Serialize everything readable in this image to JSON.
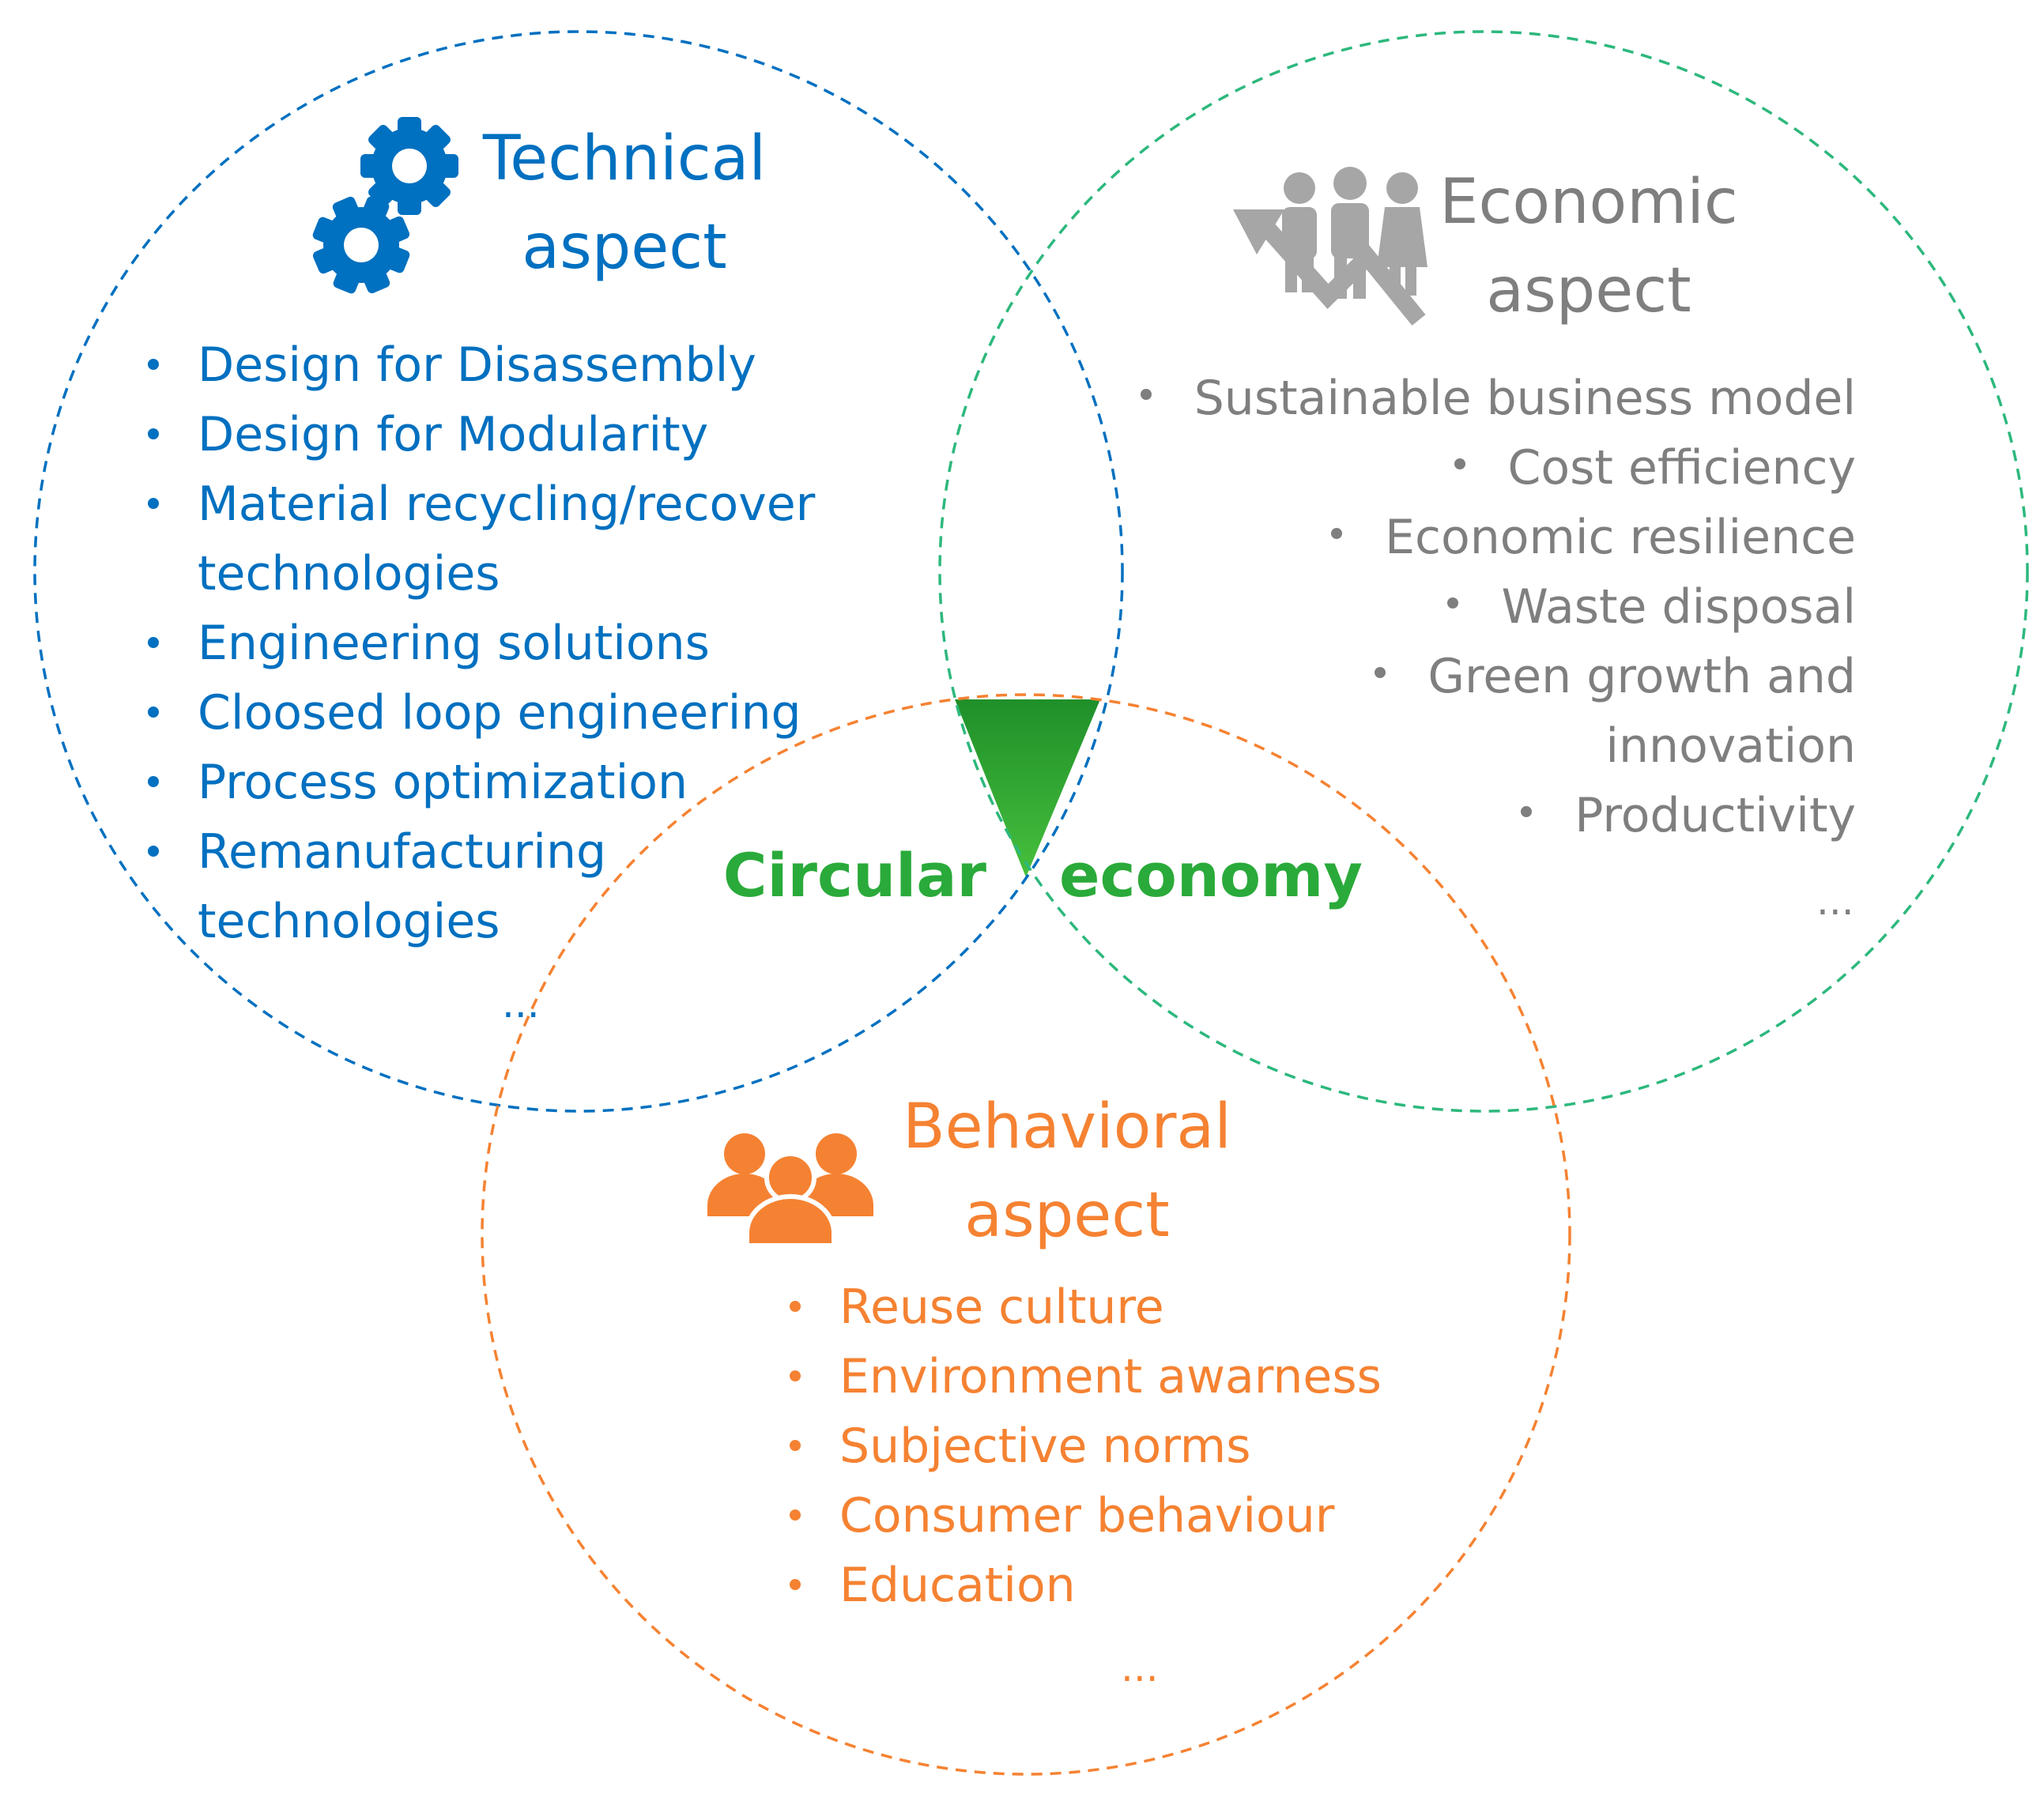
{
  "colors": {
    "technical": "#0070c0",
    "economic": "#7f7f7f",
    "behavioral": "#f58232",
    "center": "#2aaa3a",
    "econ_circle": "#2db87d"
  },
  "technical": {
    "icon": "gears-icon",
    "title_line1": "Technical",
    "title_line2": "aspect",
    "items": [
      "Design for Disassembly",
      "Design for Modularity",
      "Material recycling/recover",
      "technologies",
      "Engineering solutions",
      "Cloosed loop engineering",
      "Process optimization",
      "Remanufacturing",
      "technologies"
    ],
    "more": "..."
  },
  "economic": {
    "icon": "people-growth-arrow-icon",
    "title_line1": "Economic",
    "title_line2": "aspect",
    "items": [
      "Sustainable business model",
      "Cost efficiency",
      "Economic resilience",
      "Waste disposal",
      "Green growth and",
      "innovation",
      "Productivity"
    ],
    "more": "..."
  },
  "behavioral": {
    "icon": "group-people-icon",
    "title_line1": "Behavioral",
    "title_line2": "aspect",
    "items": [
      "Reuse culture",
      "Environment awarness",
      "Subjective norms",
      "Consumer behaviour",
      "Education"
    ],
    "more": "..."
  },
  "center": {
    "icon": "triangle-down-icon",
    "label_left": "Circular",
    "label_right": "economy"
  }
}
